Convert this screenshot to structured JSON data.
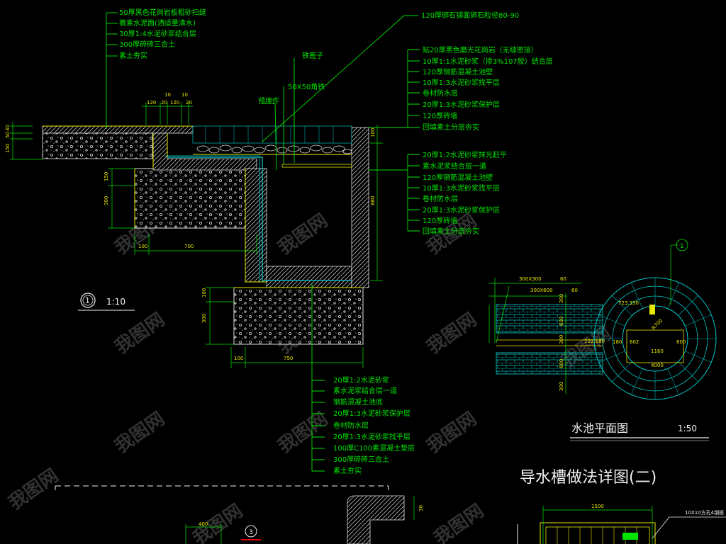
{
  "colors": {
    "background": "#000000",
    "leader_green": "#00e600",
    "outline_yellow": "#e8e800",
    "water_cyan": "#00cccc",
    "hatch_white": "#e0e0e0",
    "title_white": "#f0f0f0"
  },
  "watermark": "我图网",
  "top_left_labels": [
    "50厚黑色花岗岩板粗砂扫缝",
    "撒素水泥面(洒适量清水)",
    "30厚1:4水泥砂浆结合层",
    "300厚碎砖三合土",
    "素土夯实"
  ],
  "top_middle_labels": {
    "pebbles": "120厚卵石铺面卵石粒径80-90",
    "grille": "铁篦子",
    "angle_steel": "50X50角铁",
    "embedded": "预埋件"
  },
  "right_labels_upper": [
    "贴20厚黑色磨光花岗岩（无缝密接）",
    "10厚1:1水泥砂浆（掺3%107胶）结合层",
    "120厚钢筋混凝土池壁",
    "10厚1:3水泥砂浆找平层",
    "卷材防水层",
    "20厚1:3水泥砂浆保护层",
    "120厚砖墙",
    "回填素土分层夯实"
  ],
  "right_labels_lower": [
    "20厚1:2水泥砂浆抹光赶平",
    "素水泥浆结合层一道",
    "120厚钢筋混凝土池壁",
    "10厚1:3水泥砂浆找平层",
    "卷材防水层",
    "20厚1:3水泥砂浆保护层",
    "120厚砖墙",
    "回填素土分层夯实"
  ],
  "bottom_labels": [
    "20厚1:2水泥砂浆",
    "素水泥浆结合层一道",
    "钢筋混凝土池底",
    "20厚1:3水泥砂浆保护层",
    "卷材防水层",
    "20厚1:3水泥砂浆找平层",
    "100厚C100素混凝土垫层",
    "300厚碎砖三合土",
    "素土夯实"
  ],
  "dimensions": {
    "top_row": [
      "120",
      "20",
      "120",
      "20"
    ],
    "top_row_upper": [
      "10",
      "10"
    ],
    "left_stack": [
      "30",
      "50",
      "150"
    ],
    "mid_left": [
      "150",
      "300"
    ],
    "mid_bottom": [
      "100",
      "700"
    ],
    "lower_left": [
      "100",
      "300"
    ],
    "lower_bottom": [
      "100",
      "750"
    ],
    "right_vertical": [
      "100",
      "880"
    ]
  },
  "section_marker": {
    "number": "1",
    "scale": "1:10"
  },
  "plan": {
    "title": "水池平面图",
    "scale": "1:50",
    "dims": [
      "300X300",
      "60",
      "300X600",
      "60",
      "300",
      "600",
      "300",
      "600",
      "300",
      "180",
      "602",
      "600",
      "1160",
      "4000"
    ],
    "coords": [
      "723.330",
      "723.180"
    ],
    "radius_label": "R700",
    "circle_marker": "1"
  },
  "detail_title": "导水槽做法详图(二)",
  "bottom_fragment": {
    "dim_400": "400",
    "dim_1500": "1500",
    "dim_30": "30",
    "marker": "3",
    "note": "10X10方孔4钢板"
  }
}
